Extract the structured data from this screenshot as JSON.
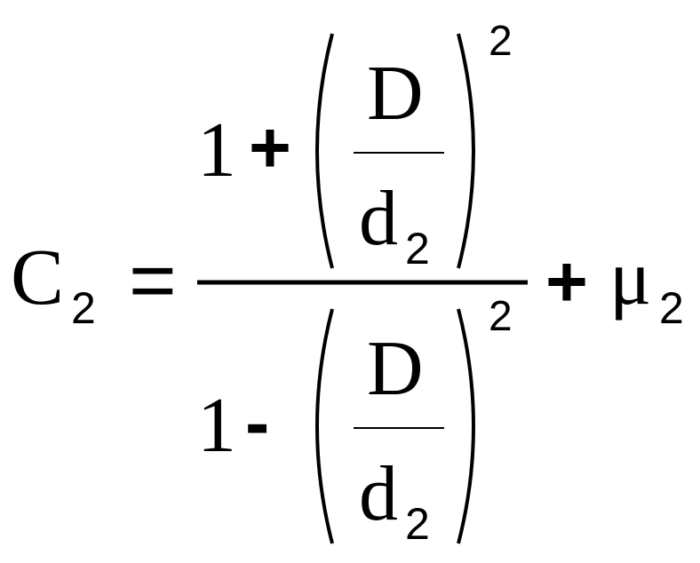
{
  "formula": {
    "lhs": {
      "symbol": "C",
      "subscript": "2"
    },
    "equals": "=",
    "numerator": {
      "one": "1",
      "op": "+",
      "fraction": {
        "top": "D",
        "bottom": "d",
        "bottom_subscript": "2"
      },
      "exponent": "2"
    },
    "denominator": {
      "one": "1",
      "op": "-",
      "fraction": {
        "top": "D",
        "bottom": "d",
        "bottom_subscript": "2"
      },
      "exponent": "2"
    },
    "plus": "+",
    "mu": {
      "symbol": "μ",
      "subscript": "2"
    }
  },
  "colors": {
    "ink": "#000000",
    "background": "#ffffff"
  }
}
